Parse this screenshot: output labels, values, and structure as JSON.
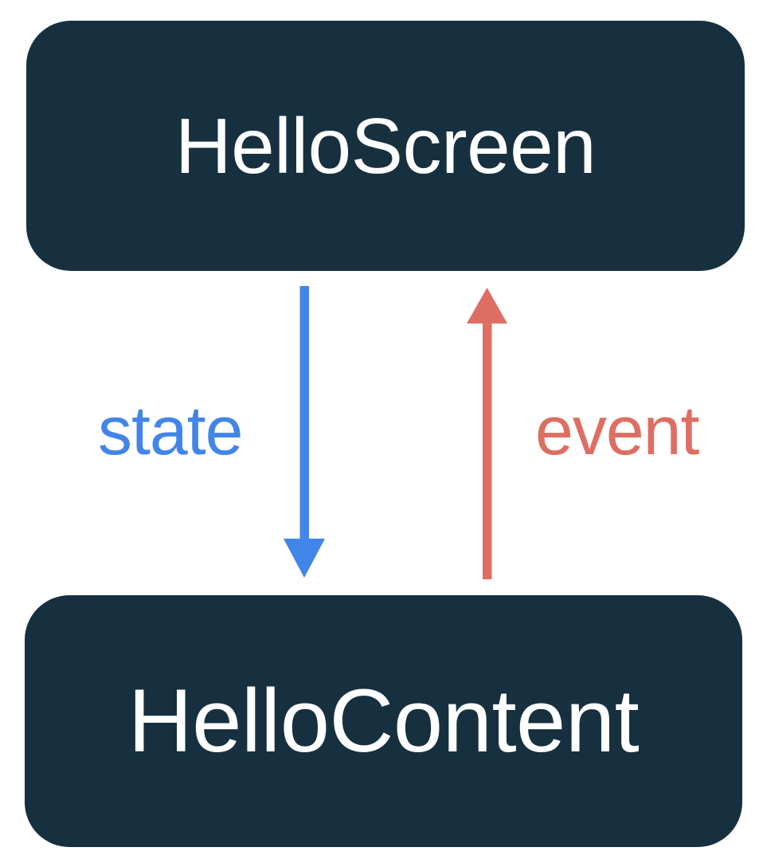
{
  "diagram": {
    "title": "HelloScreen / HelloContent state-event flow",
    "background_color": "#ffffff",
    "nodes": [
      {
        "id": "hello-screen",
        "label": "HelloScreen",
        "fill_color": "#16303F",
        "text_color": "#ffffff"
      },
      {
        "id": "hello-content",
        "label": "HelloContent",
        "fill_color": "#16303F",
        "text_color": "#ffffff"
      }
    ],
    "edges": [
      {
        "id": "state",
        "label": "state",
        "color": "#4285E8",
        "from": "HelloScreen",
        "to": "HelloContent",
        "direction": "down"
      },
      {
        "id": "event",
        "label": "event",
        "color": "#DE6E62",
        "from": "HelloContent",
        "to": "HelloScreen",
        "direction": "up"
      }
    ]
  }
}
